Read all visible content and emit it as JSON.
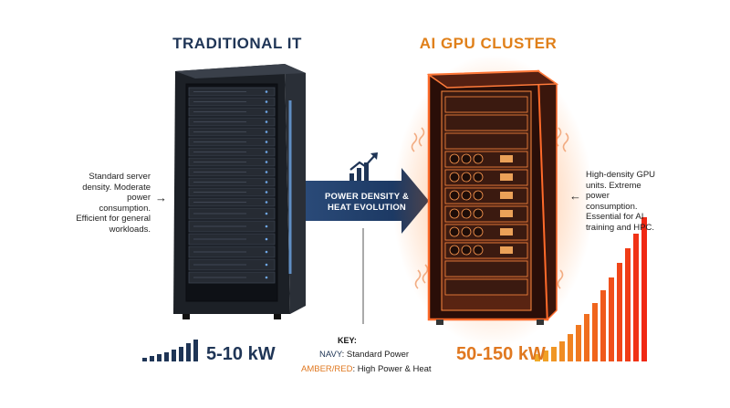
{
  "left": {
    "title": "TRADITIONAL IT",
    "note": "Standard server density. Moderate power consumption. Efficient for general workloads.",
    "power": "5-10 kW"
  },
  "right": {
    "title": "AI GPU CLUSTER",
    "note": "High-density GPU units. Extreme power consumption. Essential for AI training and HPC.",
    "power": "50-150 kW"
  },
  "center": {
    "arrow_line1": "POWER DENSITY &",
    "arrow_line2": "HEAT EVOLUTION"
  },
  "key": {
    "title": "KEY:",
    "navy_label": "NAVY",
    "navy_text": ": Standard Power",
    "amber_label": "AMBER/RED",
    "amber_text": ": High Power & Heat"
  },
  "colors": {
    "navy": "#1f3556",
    "amber": "#e07820",
    "red": "#d83a1a"
  },
  "icons": [
    "trend-up-icon",
    "arrow-right-icon",
    "arrow-left-icon"
  ]
}
